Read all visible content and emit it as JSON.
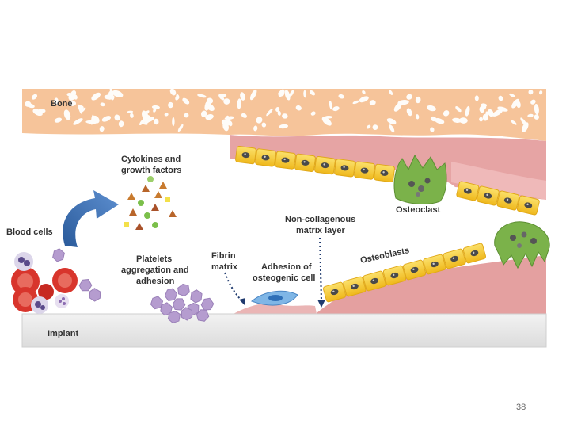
{
  "labels": {
    "bone": "Bone",
    "cytokines_1": "Cytokines and",
    "cytokines_2": "growth factors",
    "blood_cells": "Blood cells",
    "osteoclast": "Osteoclast",
    "noncollagenous_1": "Non-collagenous",
    "noncollagenous_2": "matrix layer",
    "osteoblasts": "Osteoblasts",
    "platelets_1": "Platelets",
    "platelets_2": "aggregation and",
    "platelets_3": "adhesion",
    "fibrin_1": "Fibrin",
    "fibrin_2": "matrix",
    "adhesion_1": "Adhesion of",
    "adhesion_2": "osteogenic cell",
    "implant": "Implant"
  },
  "page_number": "38",
  "colors": {
    "bone": "#f6c49a",
    "bone_spots": "#ffffff",
    "tissue": "#e4a0a0",
    "osteoblast": "#f7d23a",
    "osteoclast": "#7bb24a",
    "red_cell": "#d8352c",
    "platelet": "#b59ccf",
    "implant": "#e8e8e8",
    "arrow": "#3b6fb5"
  }
}
